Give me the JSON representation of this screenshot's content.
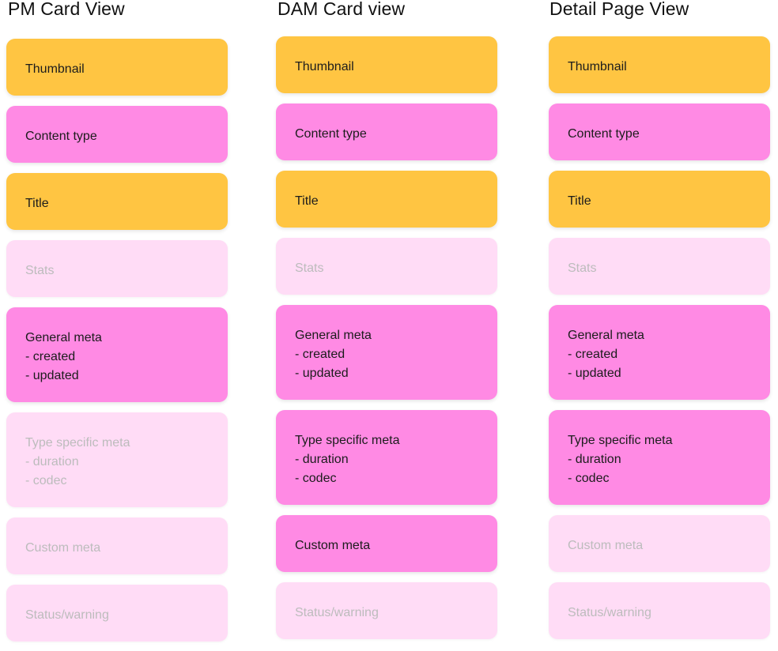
{
  "columns": [
    {
      "title": "PM Card View",
      "cards": [
        {
          "label": "Thumbnail",
          "style": "yellow"
        },
        {
          "label": "Content type",
          "style": "pink"
        },
        {
          "label": "Title",
          "style": "yellow"
        },
        {
          "label": "Stats",
          "style": "faded"
        },
        {
          "label": "General meta\n- created\n- updated",
          "style": "pink"
        },
        {
          "label": "Type  specific meta\n- duration\n- codec",
          "style": "faded"
        },
        {
          "label": "Custom meta",
          "style": "faded"
        },
        {
          "label": "Status/warning",
          "style": "faded"
        }
      ]
    },
    {
      "title": "DAM Card view",
      "cards": [
        {
          "label": "Thumbnail",
          "style": "yellow"
        },
        {
          "label": "Content type",
          "style": "pink"
        },
        {
          "label": "Title",
          "style": "yellow"
        },
        {
          "label": "Stats",
          "style": "faded"
        },
        {
          "label": "General meta\n- created\n- updated",
          "style": "pink"
        },
        {
          "label": "Type  specific meta\n- duration\n- codec",
          "style": "pink"
        },
        {
          "label": "Custom meta",
          "style": "pink"
        },
        {
          "label": "Status/warning",
          "style": "faded"
        }
      ]
    },
    {
      "title": "Detail Page View",
      "cards": [
        {
          "label": "Thumbnail",
          "style": "yellow"
        },
        {
          "label": "Content type",
          "style": "pink"
        },
        {
          "label": "Title",
          "style": "yellow"
        },
        {
          "label": "Stats",
          "style": "faded"
        },
        {
          "label": "General meta\n- created\n- updated",
          "style": "pink"
        },
        {
          "label": "Type  specific meta\n- duration\n- codec",
          "style": "pink"
        },
        {
          "label": "Custom meta",
          "style": "faded"
        },
        {
          "label": "Status/warning",
          "style": "faded"
        }
      ]
    }
  ],
  "colors": {
    "yellow": "#ffc542",
    "pink": "#ff8ae4",
    "faded": "#ffdcf6"
  }
}
